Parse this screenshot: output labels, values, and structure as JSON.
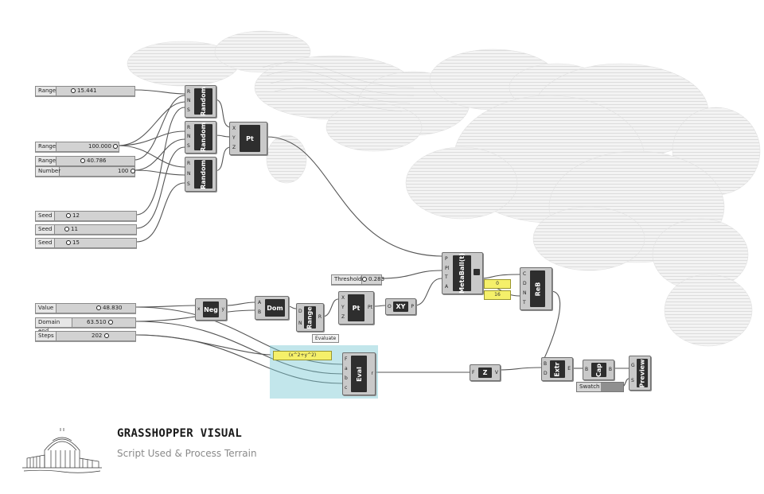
{
  "sliders": [
    {
      "label": "Range",
      "value": "15.441"
    },
    {
      "label": "Range",
      "value": "100.000"
    },
    {
      "label": "Range",
      "value": "40.786"
    },
    {
      "label": "Number",
      "value": "100"
    },
    {
      "label": "Seed",
      "value": "12"
    },
    {
      "label": "Seed",
      "value": "11"
    },
    {
      "label": "Seed",
      "value": "15"
    },
    {
      "label": "Threshold",
      "value": "0.283"
    },
    {
      "label": "Value",
      "value": "48.830"
    },
    {
      "label": "Domain end",
      "value": "63.510"
    },
    {
      "label": "Steps",
      "value": "202"
    }
  ],
  "components": {
    "random1": {
      "name": "Random",
      "in": [
        "R",
        "N",
        "S"
      ]
    },
    "random2": {
      "name": "Random",
      "in": [
        "R",
        "N",
        "S"
      ]
    },
    "random3": {
      "name": "Random",
      "in": [
        "R",
        "N",
        "S"
      ]
    },
    "pt1": {
      "name": "Pt",
      "in": [
        "X",
        "Y",
        "Z"
      ]
    },
    "metaball": {
      "name": "MetaBall(t)",
      "in": [
        "P",
        "Pl",
        "T",
        "A"
      ]
    },
    "reb": {
      "name": "ReB",
      "in": [
        "C",
        "D",
        "N",
        "T"
      ]
    },
    "neg": {
      "name": "Neg",
      "in": [
        "x"
      ],
      "out": [
        "y"
      ]
    },
    "dom": {
      "name": "Dom",
      "in": [
        "A",
        "B"
      ]
    },
    "range": {
      "name": "Range",
      "in": [
        "D",
        "N"
      ],
      "out": [
        "R"
      ]
    },
    "pt2": {
      "name": "Pt",
      "in": [
        "X",
        "Y",
        "Z"
      ],
      "out": [
        "Pt"
      ]
    },
    "xy": {
      "name": "XY",
      "in": [
        "O"
      ],
      "out": [
        "P"
      ]
    },
    "eval": {
      "name": "Eval",
      "in": [
        "F",
        "a",
        "b",
        "c"
      ],
      "out": [
        "r"
      ]
    },
    "z": {
      "name": "Z",
      "in": [
        "F"
      ],
      "out": [
        "V"
      ]
    },
    "extr": {
      "name": "Extr",
      "in": [
        "B",
        "D"
      ],
      "out": [
        "E"
      ]
    },
    "cap": {
      "name": "Cap",
      "in": [
        "B"
      ],
      "out": [
        "B"
      ]
    },
    "preview": {
      "name": "Preview",
      "in": [
        "G",
        "S"
      ]
    }
  },
  "panels": [
    "0",
    "16"
  ],
  "eval_expression": "(x^2+y^2)",
  "evaluate_tooltip": "Evaluate",
  "swatch": {
    "label": "Swatch",
    "color": "#8f8f8f"
  },
  "title": "GRASSHOPPER VISUAL",
  "subtitle": "Script Used & Process Terrain",
  "colors": {
    "highlight": "#78c8d2",
    "panel": "#f5f06a",
    "component_core": "#2e2e2e",
    "terrain": "#ececec"
  }
}
